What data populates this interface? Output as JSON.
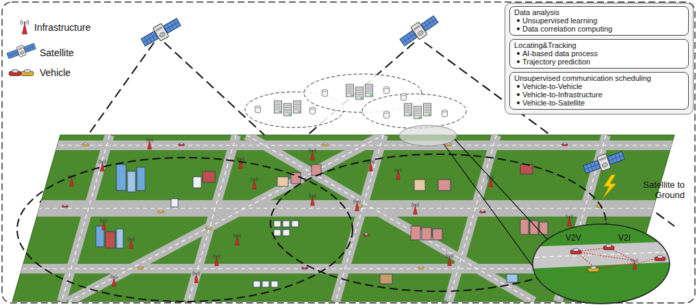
{
  "diagram": {
    "nodes": [
      {
        "text": [
          "Data analysis",
          "Unsupervised learning",
          "Data correlation computing"
        ]
      },
      {
        "text": [
          "Locating&Tracking",
          "AI-based data process",
          "Trajectory prediction"
        ]
      },
      {
        "text": [
          "Unsupervised communication scheduling",
          "Vehicle-to-Vehicle",
          "Vehicle-to-Infrastructure",
          "Vehicle-to-Satellite"
        ]
      }
    ],
    "labels": [
      "Satellite to Ground",
      "V2V",
      "V2I"
    ],
    "legend": [
      {
        "text": "Infrastructure"
      },
      {
        "text": "Satellite"
      },
      {
        "text": "Vehicle"
      }
    ]
  }
}
